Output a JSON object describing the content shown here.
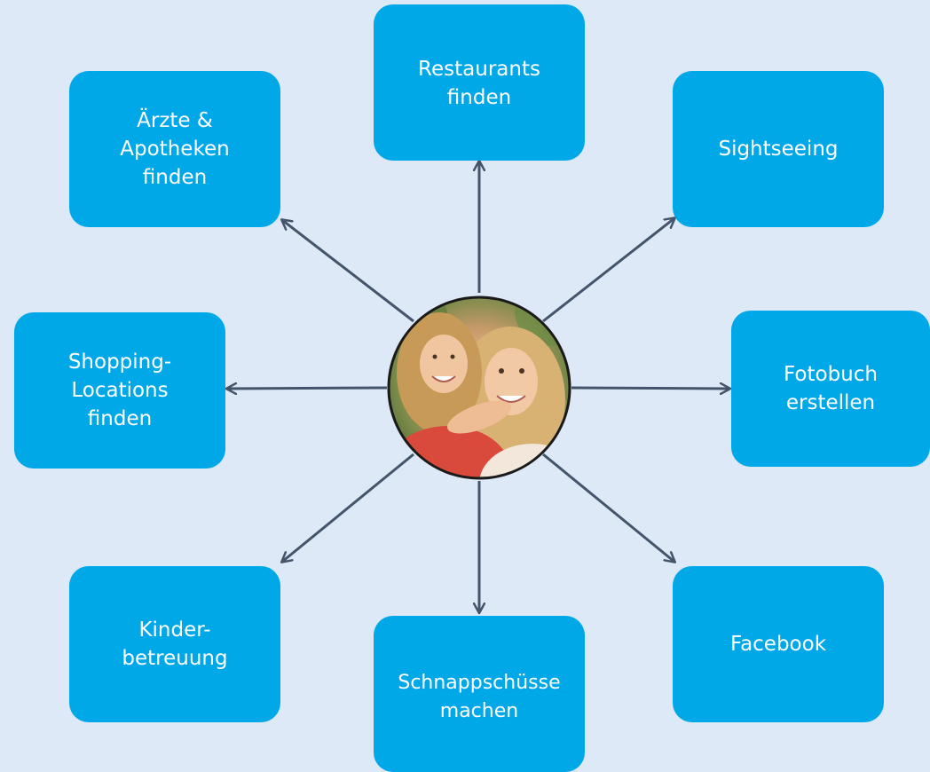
{
  "nodes": {
    "restaurants": "Restaurants\nfinden",
    "aerzte": "Ärzte &\nApotheken\nfinden",
    "sightseeing": "Sightseeing",
    "shopping": "Shopping-\nLocations\nfinden",
    "fotobuch": "Fotobuch\nerstellen",
    "kinder": "Kinder-\nbetreuung",
    "schnappschuesse": "Schnappschüsse\nmachen",
    "facebook": "Facebook"
  },
  "colors": {
    "background": "#dde9f6",
    "box": "#00a8e8",
    "box_text": "#ffffff",
    "arrow": "#44546a",
    "center_border": "#1a1a1a"
  }
}
